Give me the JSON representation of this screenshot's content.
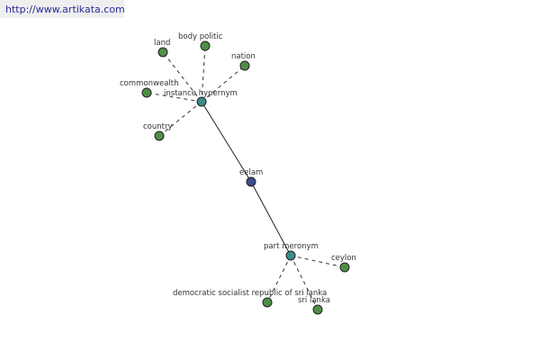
{
  "banner": {
    "url": "http://www.artikata.com"
  },
  "colors": {
    "leaf": "#4e8f45",
    "relation": "#3e8b8e",
    "center": "#3b4b8f"
  },
  "nodes": [
    {
      "id": "eelam",
      "label": "eelam",
      "kind": "center"
    },
    {
      "id": "instance_hypernym",
      "label": "instance hypernym",
      "kind": "relation"
    },
    {
      "id": "part_meronym",
      "label": "part meronym",
      "kind": "relation"
    },
    {
      "id": "land",
      "label": "land",
      "kind": "leaf"
    },
    {
      "id": "body_politic",
      "label": "body politic",
      "kind": "leaf"
    },
    {
      "id": "nation",
      "label": "nation",
      "kind": "leaf"
    },
    {
      "id": "commonwealth",
      "label": "commonwealth",
      "kind": "leaf"
    },
    {
      "id": "country",
      "label": "country",
      "kind": "leaf"
    },
    {
      "id": "ceylon",
      "label": "ceylon",
      "kind": "leaf"
    },
    {
      "id": "democratic_socialist_republic_of_sri_lanka",
      "label": "democratic socialist republic of sri lanka",
      "kind": "leaf"
    },
    {
      "id": "sri_lanka",
      "label": "sri lanka",
      "kind": "leaf"
    }
  ],
  "edges": [
    {
      "from": "eelam",
      "to": "instance_hypernym",
      "style": "solid"
    },
    {
      "from": "eelam",
      "to": "part_meronym",
      "style": "solid"
    },
    {
      "from": "instance_hypernym",
      "to": "land",
      "style": "dashed"
    },
    {
      "from": "instance_hypernym",
      "to": "body_politic",
      "style": "dashed"
    },
    {
      "from": "instance_hypernym",
      "to": "nation",
      "style": "dashed"
    },
    {
      "from": "instance_hypernym",
      "to": "commonwealth",
      "style": "dashed"
    },
    {
      "from": "instance_hypernym",
      "to": "country",
      "style": "dashed"
    },
    {
      "from": "part_meronym",
      "to": "ceylon",
      "style": "dashed"
    },
    {
      "from": "part_meronym",
      "to": "democratic_socialist_republic_of_sri_lanka",
      "style": "dashed"
    },
    {
      "from": "part_meronym",
      "to": "sri_lanka",
      "style": "dashed"
    }
  ]
}
